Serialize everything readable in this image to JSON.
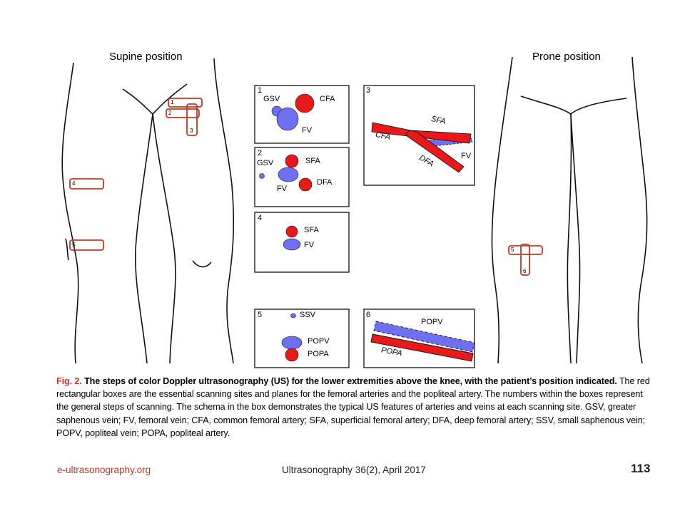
{
  "headings": {
    "supine": "Supine position",
    "prone": "Prone position"
  },
  "site_numbers": {
    "supine": [
      "1",
      "2",
      "3",
      "4",
      "5"
    ],
    "prone": [
      "5",
      "6"
    ]
  },
  "panels": [
    {
      "number": "1",
      "labels": {
        "gsv": "GSV",
        "cfa": "CFA",
        "fv": "FV"
      }
    },
    {
      "number": "2",
      "labels": {
        "gsv": "GSV",
        "sfa": "SFA",
        "fv": "FV",
        "dfa": "DFA"
      }
    },
    {
      "number": "3",
      "labels": {
        "cfa": "CFA",
        "sfa": "SFA",
        "dfa": "DFA",
        "fv": "FV"
      }
    },
    {
      "number": "4",
      "labels": {
        "sfa": "SFA",
        "fv": "FV"
      }
    },
    {
      "number": "5",
      "labels": {
        "ssv": "SSV",
        "popv": "POPV",
        "popa": "POPA"
      }
    },
    {
      "number": "6",
      "labels": {
        "popv": "POPV",
        "popa": "POPA"
      }
    }
  ],
  "caption": {
    "figure_label": "Fig. 2.",
    "title": "The steps of color Doppler ultrasonography (US) for the lower extremities above the knee, with the patient’s position indicated.",
    "body": "The red rectangular boxes are the essential scanning sites and planes for the femoral arteries and the popliteal artery. The numbers within the boxes represent the general steps of scanning. The schema in the box demonstrates the typical US features of arteries and veins at each scanning site. GSV, greater saphenous vein; FV, femoral vein; CFA, common femoral artery; SFA, superficial femoral artery; DFA, deep femoral artery; SSV, small saphenous vein; POPV, popliteal vein; POPA, popliteal artery."
  },
  "footer": {
    "website": "e-ultrasonography.org",
    "journal": "Ultrasonography 36(2), April 2017",
    "page_number": "113"
  },
  "colors": {
    "artery": "#e8191b",
    "vein": "#6f6ff2",
    "site_box": "#c0392b",
    "accent_text": "#c0392b"
  }
}
